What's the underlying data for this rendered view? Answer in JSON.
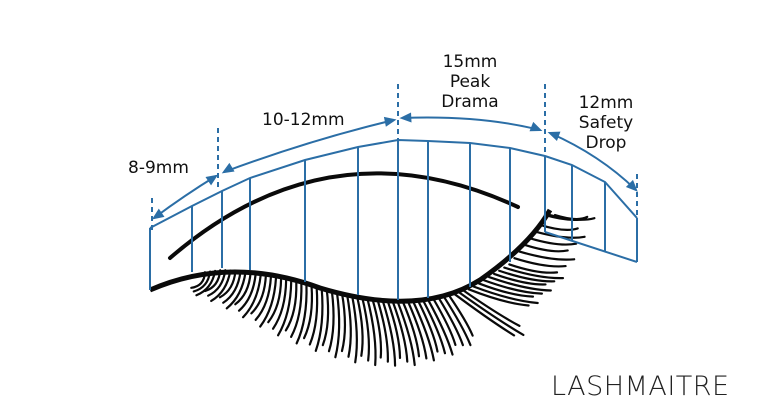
{
  "labels": {
    "inner": "8-9mm",
    "middle": "10-12mm",
    "peak_line1": "15mm",
    "peak_line2": "Peak",
    "peak_line3": "Drama",
    "outer_line1": "12mm",
    "outer_line2": "Safety",
    "outer_line3": "Drop"
  },
  "logo": "LASHMAITRE",
  "colors": {
    "guide": "#2b6ea6",
    "lash": "#0a0a0a",
    "text": "#111111"
  }
}
